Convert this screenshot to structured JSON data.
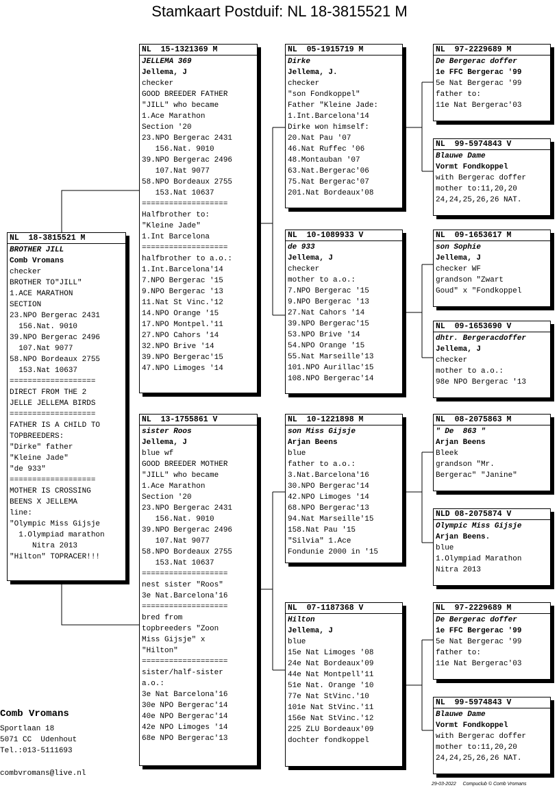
{
  "title": "Stamkaart Postduif: NL  18-3815521 M",
  "subject": {
    "ring": "NL  18-3815521 M",
    "name": "BROTHER JILL",
    "owner": "Comb Vromans",
    "lines": [
      "checker",
      "BROTHER TO\"JILL\"",
      "1.ACE MARATHON",
      "SECTION",
      "23.NPO Bergerac 2431",
      "  156.Nat. 9010",
      "39.NPO Bergerac 2496",
      "  107.Nat 9077",
      "58.NPO Bordeaux 2755",
      "  153.Nat 10637",
      "===================",
      "DIRECT FROM THE 2",
      "JELLE JELLEMA BIRDS",
      "===================",
      "FATHER IS A CHILD TO",
      "TOPBREEDERS:",
      "\"Dirke\" father",
      "\"Kleine Jade\"",
      "\"de 933\"",
      "===================",
      "MOTHER IS CROSSING",
      "BEENS X JELLEMA",
      "line:",
      "\"Olympic Miss Gijsje",
      "  1.Olympiad marathon",
      "     Nitra 2013",
      "\"Hilton\" TOPRACER!!!"
    ]
  },
  "father": {
    "ring": "NL  15-1321369 M",
    "name": "JELLEMA 369",
    "owner": "Jellema, J",
    "lines": [
      "checker",
      "GOOD BREEDER FATHER",
      "\"JILL\" who became",
      "1.Ace Marathon",
      "Section '20",
      "23.NPO Bergerac 2431",
      "   156.Nat. 9010",
      "39.NPO Bergerac 2496",
      "   107.Nat 9077",
      "58.NPO Bordeaux 2755",
      "   153.Nat 10637",
      "===================",
      "Halfbrother to:",
      "\"Kleine Jade\"",
      "1.Int Barcelona",
      "===================",
      "halfbrother to a.o.:",
      "1.Int.Barcelona'14",
      "7.NPO Bergerac '15",
      "9.NPO Bergerac '13",
      "11.Nat St Vinc.'12",
      "14.NPO Orange '15",
      "17.NPO Montpel.'11",
      "27.NPO Cahors '14",
      "32.NPO Brive '14",
      "39.NPO Bergerac'15",
      "47.NPO Limoges '14"
    ]
  },
  "mother": {
    "ring": "NL  13-1755861 V",
    "name": "sister Roos",
    "owner": "Jellema, J",
    "lines": [
      "blue wf",
      "GOOD BREEDER MOTHER",
      "\"JILL\" who became",
      "1.Ace Marathon",
      "Section '20",
      "23.NPO Bergerac 2431",
      "   156.Nat. 9010",
      "39.NPO Bergerac 2496",
      "   107.Nat 9077",
      "58.NPO Bordeaux 2755",
      "   153.Nat 10637",
      "===================",
      "nest sister \"Roos\"",
      "3e Nat.Barcelona'16",
      "===================",
      "bred from",
      "topbreeders \"Zoon",
      "Miss Gijsje\" x",
      "\"Hilton\"",
      "===================",
      "sister/half-sister",
      "a.o.:",
      "3e Nat Barcelona'16",
      "30e NPO Bergerac'14",
      "40e NPO Bergerac'14",
      "42e NPO Limoges '14",
      "68e NPO Bergerac'13"
    ]
  },
  "ff": {
    "ring": "NL  05-1915719 M",
    "name": "Dirke",
    "owner": "Jellema, J.",
    "lines": [
      "checker",
      "\"son Fondkoppel\"",
      "Father \"Kleine Jade:",
      "1.Int.Barcelona'14",
      "Dirke won himself:",
      "20.Nat Pau '07",
      "46.Nat Ruffec '06",
      "48.Montauban '07",
      "63.Nat.Bergerac'06",
      "75.Nat Bergerac'07",
      "201.Nat Bordeaux'08"
    ]
  },
  "fm": {
    "ring": "NL  10-1089933 V",
    "name": "de 933",
    "owner": "Jellema, J",
    "lines": [
      "checker",
      "mother to a.o.:",
      "7.NPO Bergerac '15",
      "9.NPO Bergerac '13",
      "27.Nat Cahors '14",
      "39.NPO Bergerac'15",
      "53.NPO Brive '14",
      "54.NPO Orange '15",
      "55.Nat Marseille'13",
      "101.NPO Aurillac'15",
      "108.NPO Bergerac'14"
    ]
  },
  "mf": {
    "ring": "NL  10-1221898 M",
    "name": "son Miss Gijsje",
    "owner": "Arjan Beens",
    "lines": [
      "blue",
      "father to a.o.:",
      "3.Nat.Barcelona'16",
      "30.NPO Bergerac'14",
      "42.NPO Limoges '14",
      "68.NPO Bergerac'13",
      "94.Nat Marseille'15",
      "158.Nat Pau '15",
      "\"Silvia\" 1.Ace",
      "Fondunie 2000 in '15"
    ]
  },
  "mm": {
    "ring": "NL  07-1187368 V",
    "name": "Hilton",
    "owner": "Jellema, J",
    "lines": [
      "blue",
      "15e Nat Limoges '08",
      "24e Nat Bordeaux'09",
      "44e Nat Montpell'11",
      "51e Nat. Orange '10",
      "77e Nat StVinc.'10",
      "101e Nat StVinc.'11",
      "156e Nat StVinc.'12",
      "225 ZLU Bordeaux'09",
      "dochter fondkoppel"
    ]
  },
  "fff": {
    "ring": "NL  97-2229689 M",
    "name": "De Bergerac doffer",
    "owner": "1e FFC Bergerac '99",
    "lines": [
      "5e Nat Bergerac '99",
      "father to:",
      "11e Nat Bergerac'03"
    ]
  },
  "ffm": {
    "ring": "NL  99-5974843 V",
    "name": "Blauwe Dame",
    "owner": "Vormt Fondkoppel",
    "lines": [
      "with Bergerac doffer",
      "mother to:11,20,20",
      "24,24,25,26,26 NAT."
    ]
  },
  "fmf": {
    "ring": "NL  09-1653617 M",
    "name": "son Sophie",
    "owner": "Jellema, J",
    "lines": [
      "checker WF",
      "grandson \"Zwart",
      "Goud\" x \"Fondkoppel"
    ]
  },
  "fmm": {
    "ring": "NL  09-1653690 V",
    "name": "dhtr. Bergeracdoffer",
    "owner": "Jellema, J",
    "lines": [
      "checker",
      "mother to a.o.:",
      "98e NPO Bergerac '13"
    ]
  },
  "mff": {
    "ring": "NL  08-2075863 M",
    "name": "\" De  863 \"",
    "owner": "Arjan Beens",
    "lines": [
      "Bleek",
      "grandson \"Mr.",
      "Bergerac\" \"Janine\""
    ]
  },
  "mfm": {
    "ring": "NLD 08-2075874 V",
    "name": "Olympic Miss Gijsje",
    "owner": "Arjan Beens.",
    "lines": [
      "blue",
      "1.Olympiad Marathon",
      "Nitra 2013"
    ]
  },
  "mmf": {
    "ring": "NL  97-2229689 M",
    "name": "De Bergerac doffer",
    "owner": "1e FFC Bergerac '99",
    "lines": [
      "5e Nat Bergerac '99",
      "father to:",
      "11e Nat Bergerac'03"
    ]
  },
  "mmm": {
    "ring": "NL  99-5974843 V",
    "name": "Blauwe Dame",
    "owner": "Vormt Fondkoppel",
    "lines": [
      "with Bergerac doffer",
      "mother to:11,20,20",
      "24,24,25,26,26 NAT."
    ]
  },
  "footer": {
    "name": "Comb Vromans",
    "street": "Sportlaan 18",
    "city": "5071 CC  Udenhout",
    "tel": "Tel.:013-5111693",
    "email": "combvromans@live.nl"
  },
  "credits": {
    "date": "29-03-2022",
    "program": "Compuclub © Comb Vromans"
  }
}
